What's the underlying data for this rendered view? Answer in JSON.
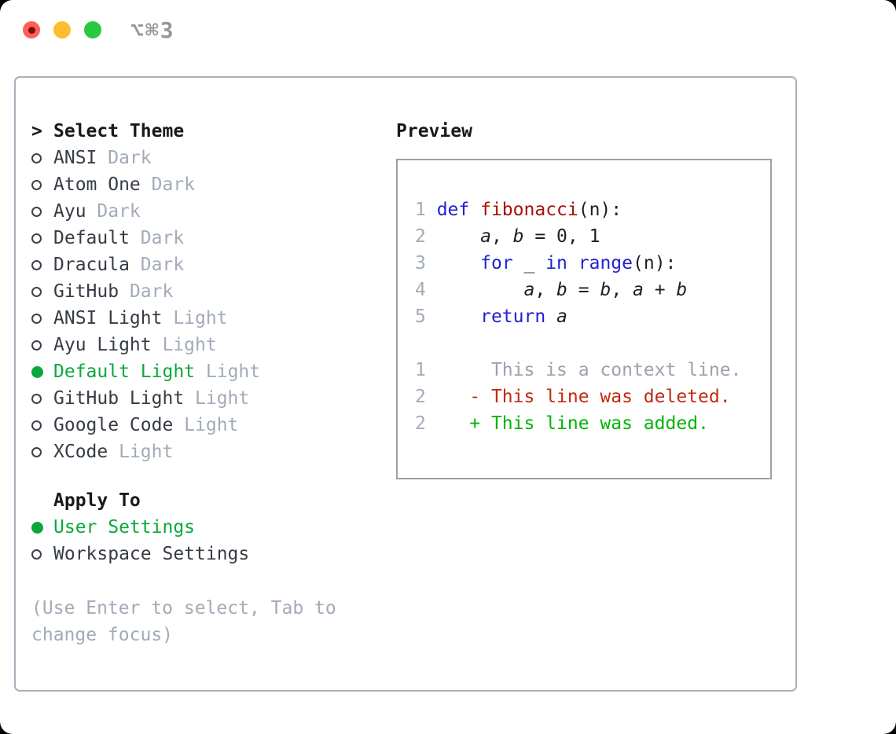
{
  "window": {
    "title": "⌥⌘3"
  },
  "titlebar": {
    "lights": [
      {
        "name": "close-button",
        "color_key": "light_red",
        "has_dot": true
      },
      {
        "name": "minimize-button",
        "color_key": "light_yellow",
        "has_dot": false
      },
      {
        "name": "zoom-button",
        "color_key": "light_green",
        "has_dot": false
      }
    ]
  },
  "theme_panel": {
    "header_marker": ">",
    "header": "Select Theme",
    "items": [
      {
        "name": "ANSI",
        "variant": "Dark",
        "selected": false
      },
      {
        "name": "Atom One",
        "variant": "Dark",
        "selected": false
      },
      {
        "name": "Ayu",
        "variant": "Dark",
        "selected": false
      },
      {
        "name": "Default",
        "variant": "Dark",
        "selected": false
      },
      {
        "name": "Dracula",
        "variant": "Dark",
        "selected": false
      },
      {
        "name": "GitHub",
        "variant": "Dark",
        "selected": false
      },
      {
        "name": "ANSI Light",
        "variant": "Light",
        "selected": false
      },
      {
        "name": "Ayu Light",
        "variant": "Light",
        "selected": false
      },
      {
        "name": "Default Light",
        "variant": "Light",
        "selected": true
      },
      {
        "name": "GitHub Light",
        "variant": "Light",
        "selected": false
      },
      {
        "name": "Google Code",
        "variant": "Light",
        "selected": false
      },
      {
        "name": "XCode",
        "variant": "Light",
        "selected": false
      }
    ],
    "apply_to": {
      "header": "Apply To",
      "options": [
        {
          "label": "User Settings",
          "selected": true
        },
        {
          "label": "Workspace Settings",
          "selected": false
        }
      ]
    },
    "hint": "(Use Enter to select, Tab to change focus)"
  },
  "preview": {
    "header": "Preview",
    "code_lines": [
      {
        "number": "1",
        "segments": [
          [
            "def",
            "keyword"
          ],
          [
            " ",
            "plain"
          ],
          [
            "fibonacci",
            "function"
          ],
          [
            "(n):",
            "plain"
          ]
        ]
      },
      {
        "number": "2",
        "segments": [
          [
            "    ",
            "plain"
          ],
          [
            "a",
            "variable"
          ],
          [
            ", ",
            "plain"
          ],
          [
            "b",
            "variable"
          ],
          [
            " = 0, 1",
            "plain"
          ]
        ]
      },
      {
        "number": "3",
        "segments": [
          [
            "    ",
            "plain"
          ],
          [
            "for",
            "keyword"
          ],
          [
            " _ ",
            "plain"
          ],
          [
            "in",
            "keyword"
          ],
          [
            " ",
            "plain"
          ],
          [
            "range",
            "keyword"
          ],
          [
            "(n):",
            "plain"
          ]
        ]
      },
      {
        "number": "4",
        "segments": [
          [
            "        ",
            "plain"
          ],
          [
            "a",
            "variable"
          ],
          [
            ", ",
            "plain"
          ],
          [
            "b",
            "variable"
          ],
          [
            " = ",
            "plain"
          ],
          [
            "b",
            "variable"
          ],
          [
            ", ",
            "plain"
          ],
          [
            "a",
            "variable"
          ],
          [
            " + ",
            "plain"
          ],
          [
            "b",
            "variable"
          ]
        ]
      },
      {
        "number": "5",
        "segments": [
          [
            "    ",
            "plain"
          ],
          [
            "return",
            "keyword"
          ],
          [
            " ",
            "plain"
          ],
          [
            "a",
            "variable"
          ]
        ]
      },
      {
        "number": "",
        "segments": []
      },
      {
        "number": "1",
        "segments": [
          [
            "     This is a context line.",
            "context"
          ]
        ]
      },
      {
        "number": "2",
        "segments": [
          [
            "   - This line was deleted.",
            "deleted"
          ]
        ]
      },
      {
        "number": "2",
        "segments": [
          [
            "   + This line was added.",
            "added"
          ]
        ]
      }
    ]
  },
  "colors": {
    "header_text": "#17191c",
    "item_text": "#363c45",
    "suffix_text": "#a2abb8",
    "selected_green": "#0aa83c",
    "radio_outline": "#3c424b",
    "hint_text": "#a2abb8",
    "panel_border": "#a8b0bb",
    "preview_border": "#99a1ac",
    "lineno": "#a2abb8",
    "keyword": "#1f22cf",
    "function_name": "#a51309",
    "code_plain": "#1d1f24",
    "context": "#9aa3ae",
    "deleted": "#c32a0e",
    "added": "#00b408",
    "title_text": "#96969c",
    "light_red": "#ff5f57",
    "light_red_dot": "#7f0e08",
    "light_yellow": "#febc2e",
    "light_green": "#28c840"
  }
}
